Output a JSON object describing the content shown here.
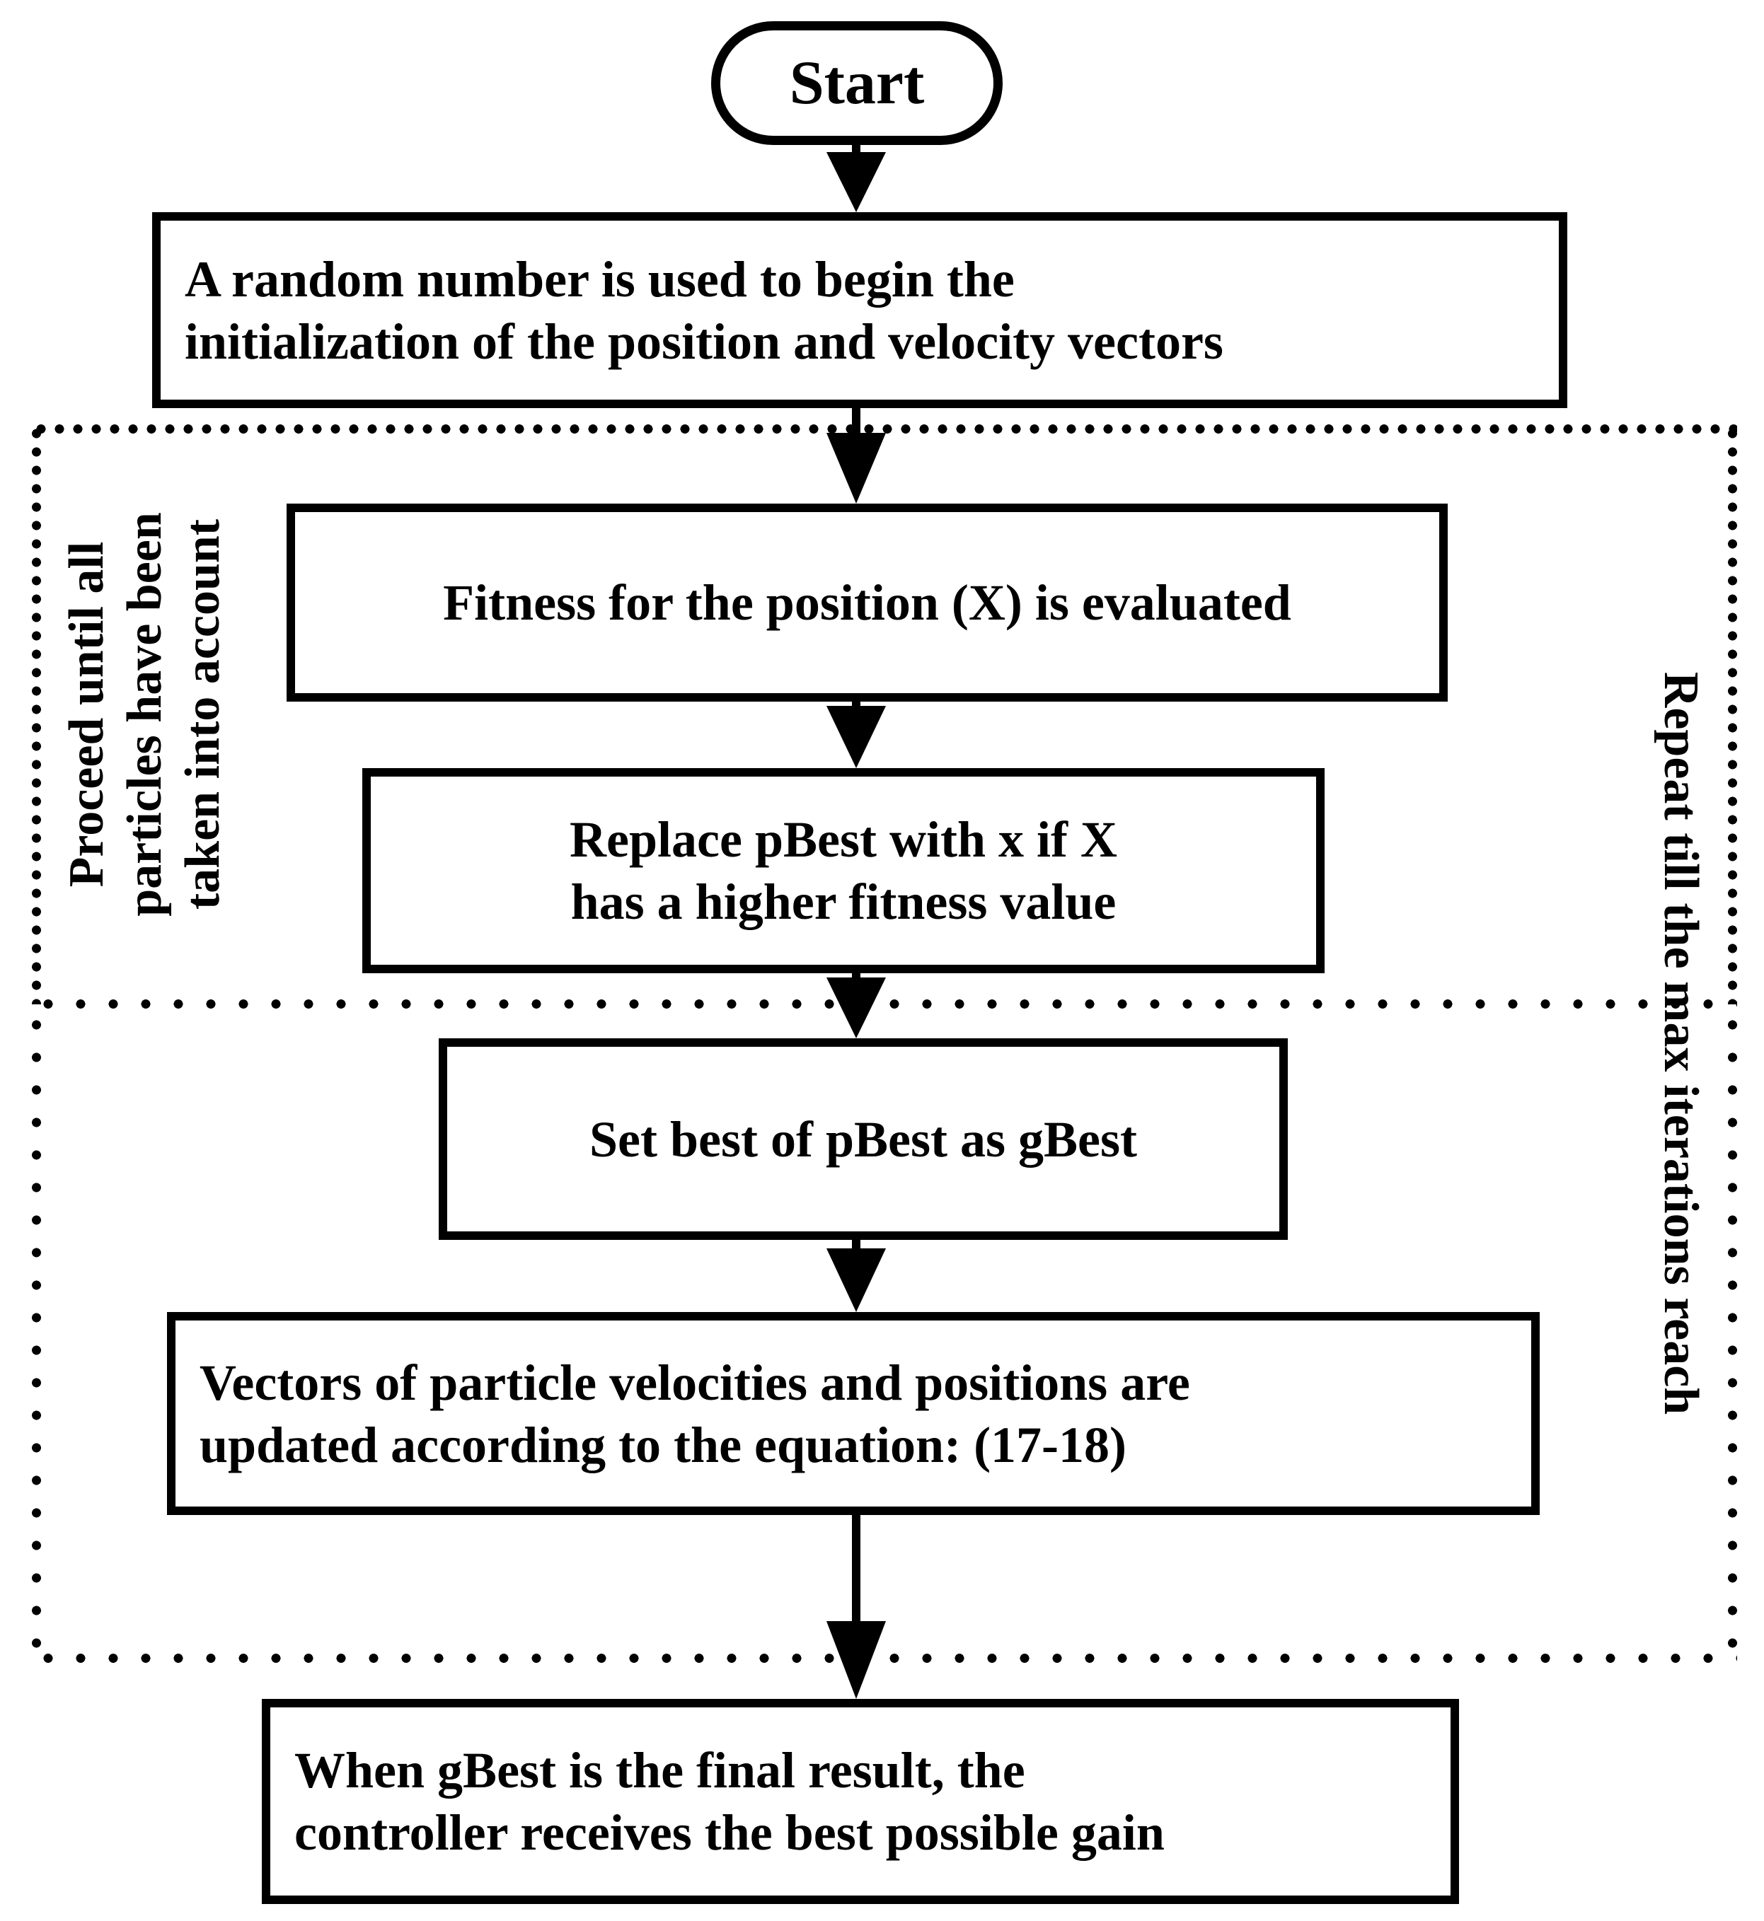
{
  "flowchart": {
    "background": "#ffffff",
    "stroke_color": "#000000",
    "start_label": "Start",
    "boxes": [
      {
        "name": "init-random",
        "lines": [
          "A random number is used to begin the",
          "initialization of the position and velocity vectors"
        ]
      },
      {
        "name": "evaluate-fitness",
        "lines": [
          "Fitness for the position (X) is evaluated"
        ]
      },
      {
        "name": "replace-pbest",
        "lines": [
          "Replace pBest with x if X",
          "has a higher fitness value"
        ]
      },
      {
        "name": "set-gbest",
        "lines": [
          "Set best of pBest as gBest"
        ]
      },
      {
        "name": "update-vectors",
        "lines": [
          "Vectors of particle velocities and positions are",
          "updated according to the equation: (17-18)"
        ]
      },
      {
        "name": "final-result",
        "lines": [
          "When gBest is the final result, the",
          "controller receives the best possible gain"
        ]
      }
    ],
    "loop_labels": {
      "particles": {
        "lines": [
          "Proceed until all",
          "particles have been",
          "taken into account"
        ]
      },
      "iterations": {
        "label": "Repeat till the max iterations reach"
      }
    }
  }
}
